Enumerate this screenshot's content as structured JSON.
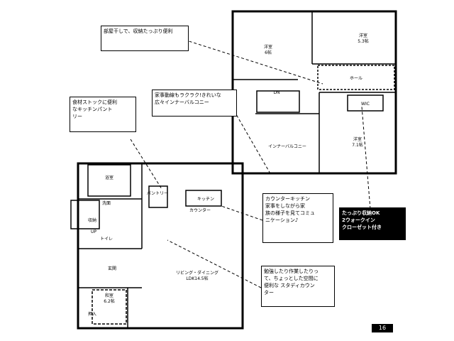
{
  "callouts": {
    "top_left": "部屋干しで、収納たっぷり便利",
    "middle": "家事動線もラクラク!きれいな\n広々インナーバルコニー",
    "pantry": "食材ストックに便利\nなキッチンパント\nリー",
    "kitchen": "カウンターキッチン\n家事をしながら家\n族の様子を見てコミュ\nニケーション♪",
    "closet": "たっぷり収納OK\n2ウォークイン\nクローゼット付き",
    "study": "勉強したり作業したりっ\nて、ちょっとした空間に\n便利な スタディカウン\nター"
  },
  "rooms": {
    "bed_tl": "洋室",
    "bed_tl_size": "6帖",
    "bed_tr": "洋室",
    "bed_tr_size": "5.3帖",
    "hall2": "ホール",
    "wic2": "WIC",
    "bed_br": "洋室",
    "bed_br_size": "7.1帖",
    "inner_balcony": "インナーバルコニー",
    "bath": "浴室",
    "wash": "洗面",
    "ldk": "リビング・ダイニング",
    "ldk_size": "LDK14.5帖",
    "kitchen": "キッチン",
    "counter": "カウンター",
    "entrance": "玄関",
    "japanese": "和室",
    "japanese_size": "6.2帖",
    "pantry": "パントリー",
    "storage": "収納",
    "closet1": "押入",
    "toilet": "トイレ",
    "up": "UP",
    "dn": "DN"
  },
  "badge": "16"
}
